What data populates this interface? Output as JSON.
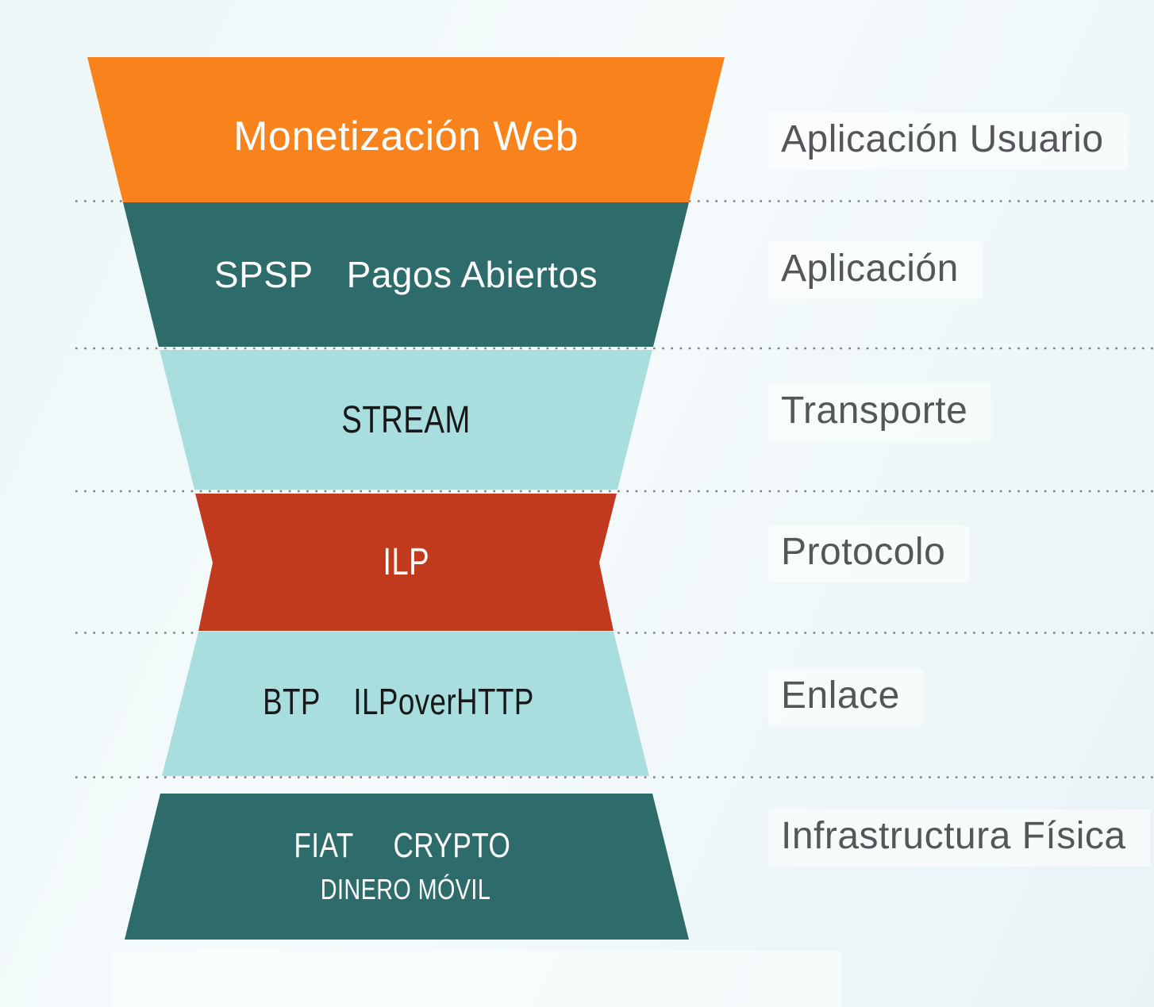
{
  "diagram": {
    "kind": "protocol-stack-funnel",
    "layers": [
      {
        "name": "monetizacion-web",
        "label": "Monetización Web",
        "fill": "#F8831D",
        "text_color": "#FDFDFD",
        "side_label": "Aplicación Usuario"
      },
      {
        "name": "spsp-pagos-abiertos",
        "label_left": "SPSP",
        "label_right": "Pagos Abiertos",
        "fill": "#2E6B6B",
        "text_color": "#FDFDFD",
        "side_label": "Aplicación"
      },
      {
        "name": "stream",
        "label": "STREAM",
        "fill": "#A9DEDE",
        "text_color": "#17181A",
        "side_label": "Transporte"
      },
      {
        "name": "ilp",
        "label": "ILP",
        "fill": "#C23A1D",
        "text_color": "#FDFDFD",
        "side_label": "Protocolo"
      },
      {
        "name": "btp-ilp-over-http",
        "label_left": "BTP",
        "label_right": "ILPoverHTTP",
        "fill": "#A9DEDE",
        "text_color": "#17181A",
        "side_label": "Enlace"
      },
      {
        "name": "infraestructura-fisica",
        "label_left": "FIAT",
        "label_right": "CRYPTO",
        "label_line2": "DINERO MÓVIL",
        "fill": "#2E6B6B",
        "text_color": "#FDFDFD",
        "side_label": "Infrastructura Física"
      }
    ],
    "style": {
      "background_tint": "#EEF6F8",
      "separator_dot_color": "#7B8080",
      "side_label_color": "#55565A",
      "side_label_highlight": "rgba(255,255,255,0.55)"
    }
  }
}
